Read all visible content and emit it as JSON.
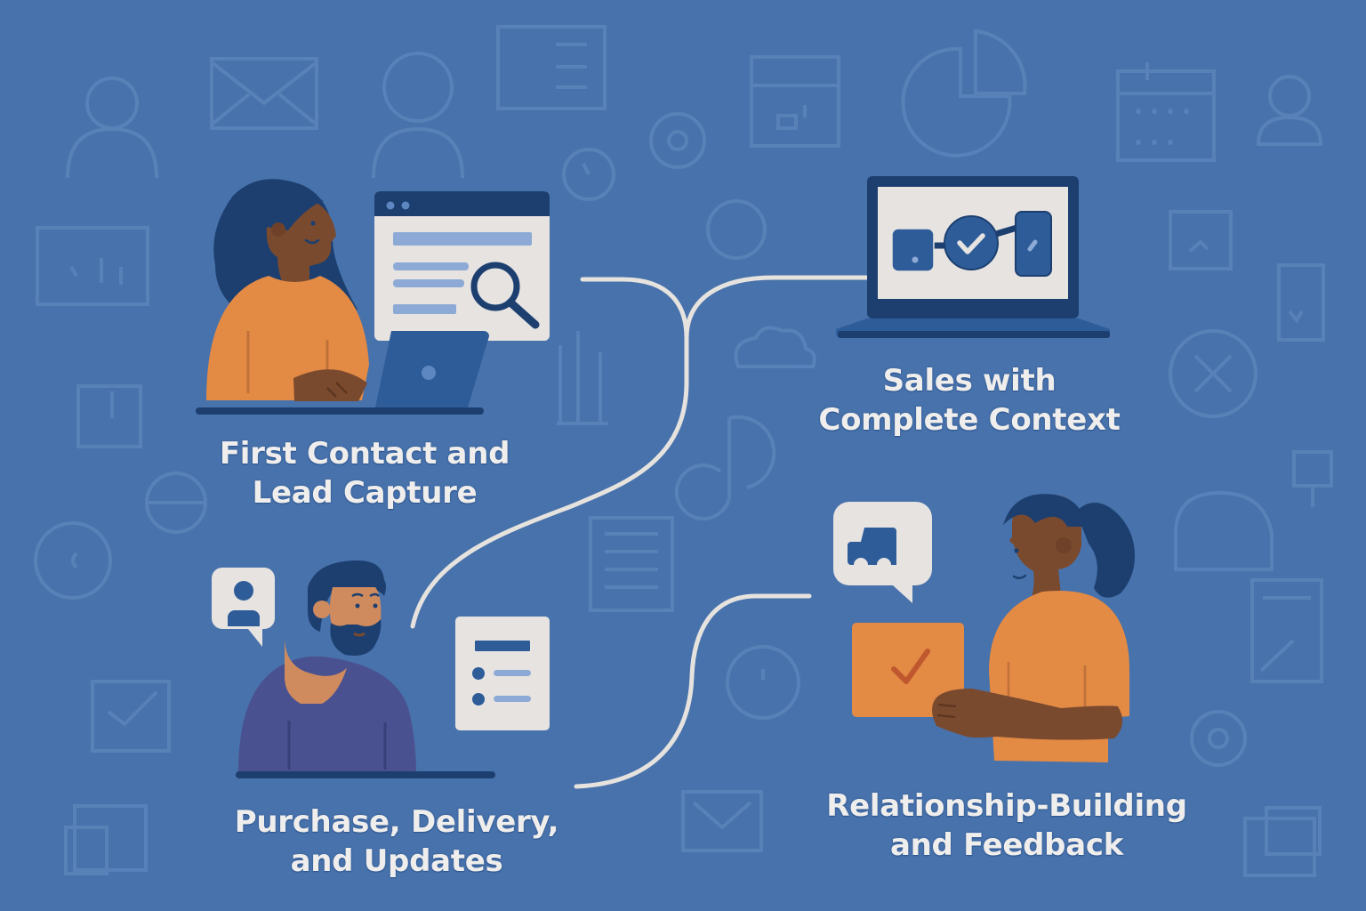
{
  "diagram": {
    "title": "Customer Journey",
    "stages": [
      {
        "id": "stage-1",
        "lines": [
          "First Contact and",
          "Lead Capture"
        ]
      },
      {
        "id": "stage-2",
        "lines": [
          "Sales with",
          "Complete Context"
        ]
      },
      {
        "id": "stage-3",
        "lines": [
          "Purchase, Delivery,",
          "and Updates"
        ]
      },
      {
        "id": "stage-4",
        "lines": [
          "Relationship-Building",
          "and Feedback"
        ]
      }
    ],
    "connections": [
      {
        "from": "stage-1",
        "to": "stage-2"
      },
      {
        "from": "stage-2",
        "to": "stage-3"
      },
      {
        "from": "stage-3",
        "to": "stage-4"
      }
    ]
  },
  "illustrations": {
    "stage-1": [
      "woman-avatar",
      "browser-window-icon",
      "search-icon",
      "laptop-icon"
    ],
    "stage-2": [
      "laptop-icon",
      "workflow-node-icon",
      "checkmark-icon",
      "device-icon"
    ],
    "stage-3": [
      "man-avatar",
      "user-chat-bubble-icon",
      "checklist-document-icon"
    ],
    "stage-4": [
      "woman-ponytail-avatar",
      "delivery-truck-chat-icon",
      "checked-package-icon"
    ]
  },
  "background_icons": [
    "user-icon",
    "envelope-icon",
    "user-icon",
    "document-icon",
    "gear-icon",
    "calendar-icon",
    "pie-chart-icon",
    "calendar-icon",
    "user-icon",
    "chart-icon",
    "clock-icon",
    "bar-chart-icon",
    "cloud-icon",
    "close-circle-icon",
    "music-icon",
    "minus-circle-icon",
    "refresh-icon",
    "document-icon",
    "check-box-icon",
    "gear-icon",
    "folder-icon",
    "card-icon"
  ],
  "colors": {
    "background": "#4872ab",
    "connector": "#e6e3df",
    "navy": "#1c3f70",
    "mid_blue": "#2d5c99",
    "light_blue_bar": "#8daad6",
    "panel": "#e6e3e1",
    "orange": "#e38a45",
    "skin_dark": "#7a4a2f",
    "skin_tan": "#cf8a5d",
    "sweater_purple": "#4a5190",
    "label_text": "#efeeec"
  }
}
